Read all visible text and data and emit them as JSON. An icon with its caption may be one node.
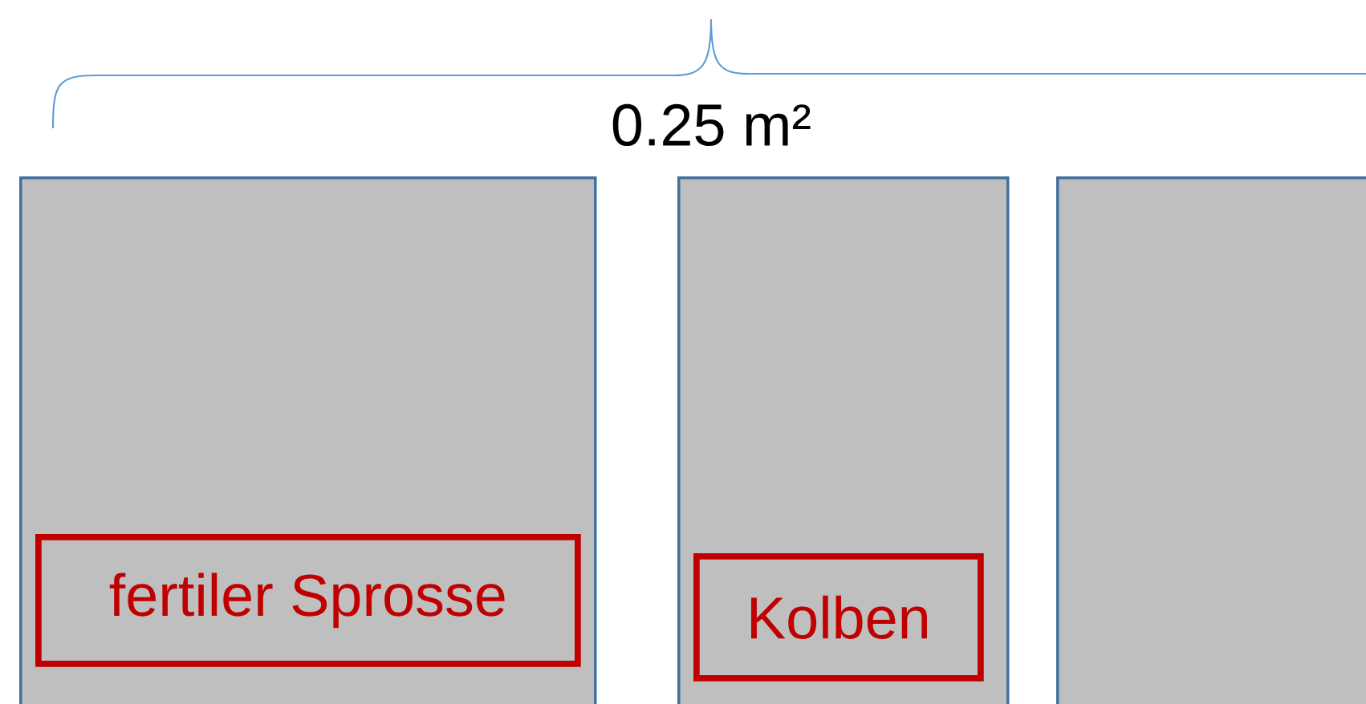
{
  "diagram": {
    "nodes": [
      {
        "text": [],
        "shape": "box"
      },
      {
        "text": [
          "fertiler Sprosse"
        ],
        "in": 0
      },
      {
        "text": [],
        "shape": "box"
      },
      {
        "text": [
          "Kolben"
        ],
        "in": 2
      },
      {
        "text": [],
        "shape": "box"
      }
    ],
    "labels": [
      "0.25 m²"
    ]
  }
}
